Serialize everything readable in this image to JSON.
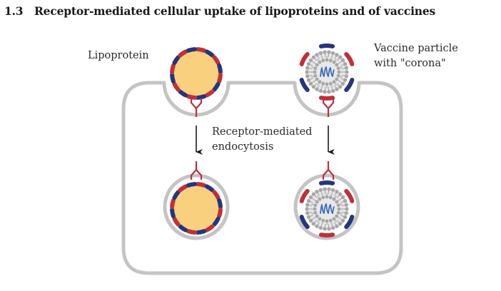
{
  "figure": {
    "number": "1.3",
    "title": "Receptor-mediated cellular uptake of lipoproteins and of vaccines"
  },
  "labels": {
    "lipoprotein": "Lipoprotein",
    "vaccine_line1": "Vaccine particle",
    "vaccine_line2": "with \"corona\"",
    "process_line1": "Receptor-mediated",
    "process_line2": "endocytosis"
  },
  "colors": {
    "membrane": "#c4c4c4",
    "lipid_core": "#f9d17e",
    "apoprotein_red": "#c0303a",
    "apoprotein_blue": "#25357f",
    "receptor": "#b8323c",
    "rna": "#3a6fb8",
    "arrow": "#1a1a1a"
  }
}
